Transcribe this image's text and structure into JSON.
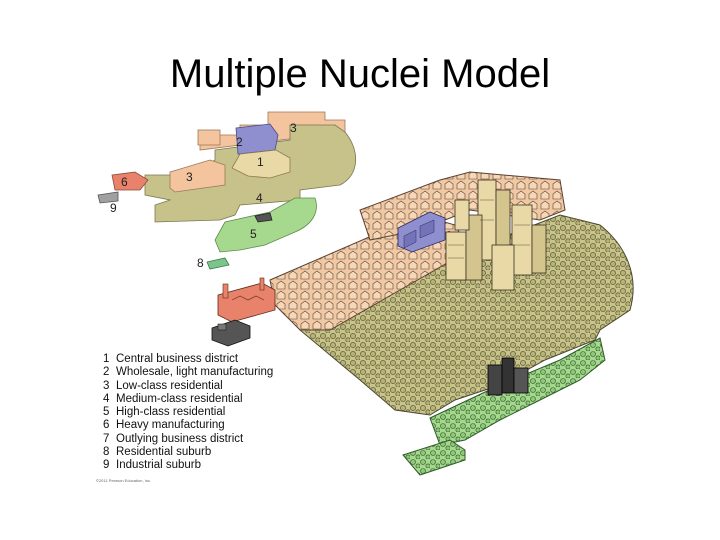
{
  "slide": {
    "title": "Multiple Nuclei Model"
  },
  "map_labels": {
    "z1": "1",
    "z2": "2",
    "z3a": "3",
    "z3b": "3",
    "z4": "4",
    "z5": "5",
    "z6": "6",
    "z8": "8",
    "z9": "9"
  },
  "legend": [
    {
      "num": "1",
      "label": "Central business district"
    },
    {
      "num": "2",
      "label": "Wholesale, light manufacturing"
    },
    {
      "num": "3",
      "label": "Low-class residential"
    },
    {
      "num": "4",
      "label": "Medium-class residential"
    },
    {
      "num": "5",
      "label": "High-class residential"
    },
    {
      "num": "6",
      "label": "Heavy manufacturing"
    },
    {
      "num": "7",
      "label": "Outlying business district"
    },
    {
      "num": "8",
      "label": "Residential suburb"
    },
    {
      "num": "9",
      "label": "Industrial suburb"
    }
  ],
  "colors": {
    "cbd": "#e8d9a6",
    "wholesale": "#8f8fd0",
    "low_class": "#f3c49e",
    "medium_class": "#c6c28a",
    "high_class": "#a6d88e",
    "heavy_mfg": "#e8826a",
    "outlying": "#555555",
    "suburb_res": "#7cc58a",
    "suburb_ind": "#a0a0a0"
  },
  "copyright": "©2011 Pearson Education, Inc."
}
